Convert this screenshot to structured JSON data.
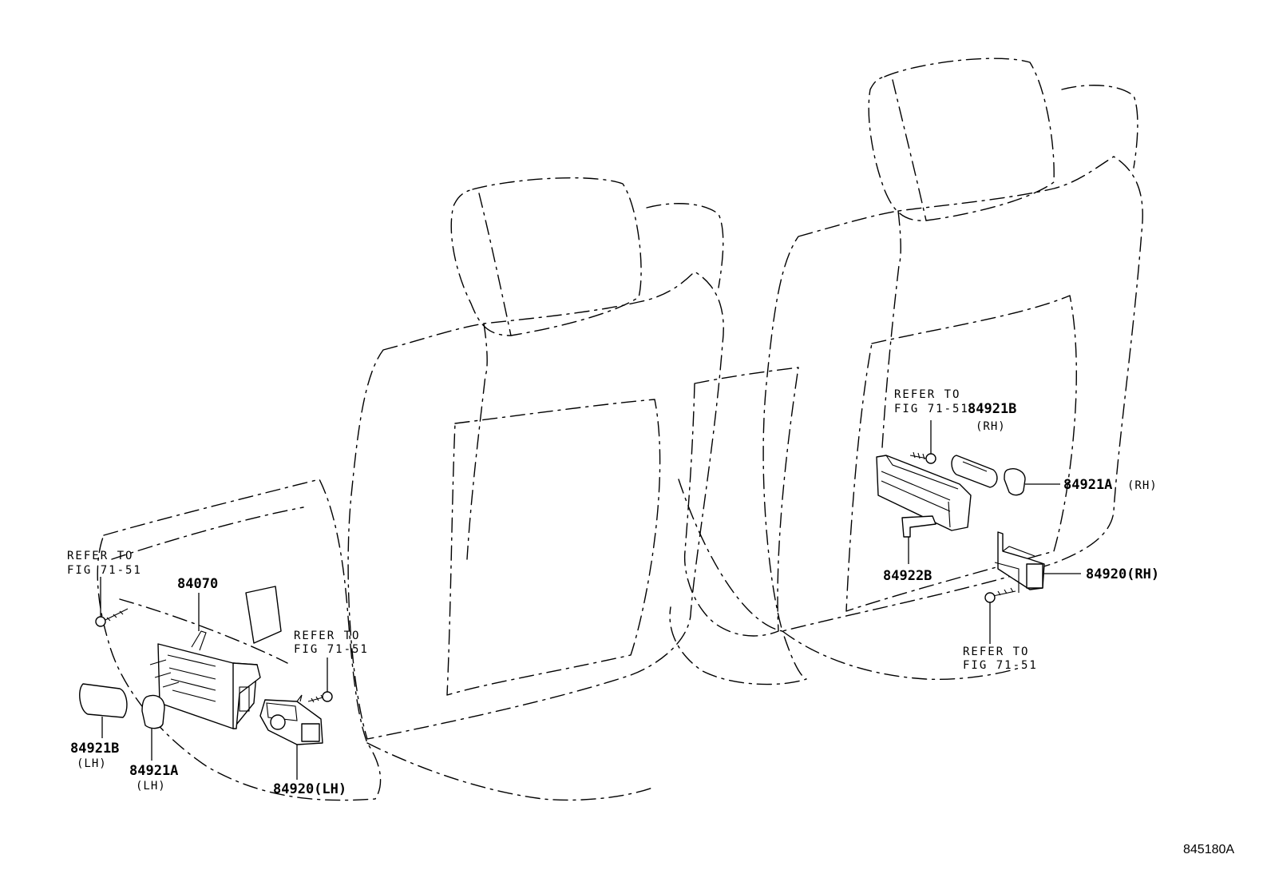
{
  "diagram_code": "845180A",
  "labels": {
    "lh_refer_left": [
      "REFER TO",
      "FIG 71-51"
    ],
    "lh_frame": "84070",
    "lh_refer_right": [
      "REFER TO",
      "FIG 71-51"
    ],
    "lh_knob_b": "84921B",
    "lh_knob_b_side": "(LH)",
    "lh_knob_a": "84921A",
    "lh_knob_a_side": "(LH)",
    "lh_switch": "84920(LH)",
    "rh_refer_top": [
      "REFER TO",
      "FIG 71-51"
    ],
    "rh_knob_b": "84921B",
    "rh_knob_b_side": "(RH)",
    "rh_knob_a": "84921A",
    "rh_knob_a_side": "(RH)",
    "rh_bracket": "84922B",
    "rh_switch": "84920(RH)",
    "rh_refer_bottom": [
      "REFER TO",
      "FIG 71-51"
    ]
  }
}
